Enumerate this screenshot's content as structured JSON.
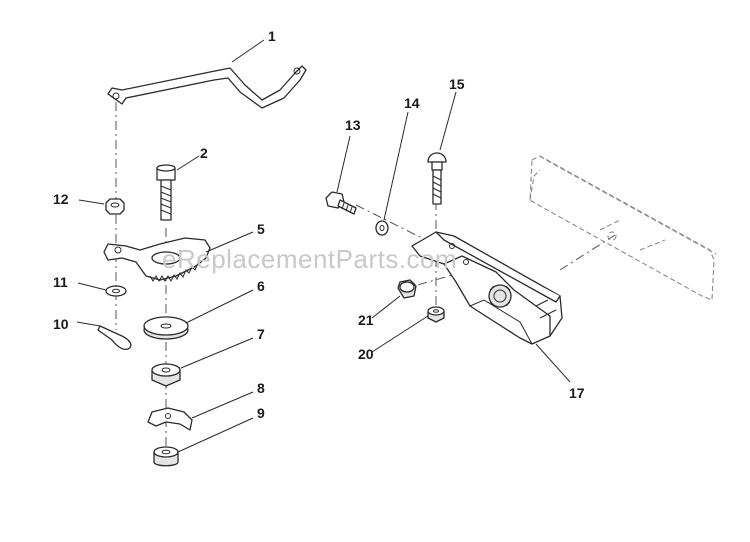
{
  "watermark": "eReplacementParts.com",
  "callouts": {
    "c1": "1",
    "c2": "2",
    "c5": "5",
    "c6": "6",
    "c7": "7",
    "c8": "8",
    "c9": "9",
    "c10": "10",
    "c11": "11",
    "c12": "12",
    "c13": "13",
    "c14": "14",
    "c15": "15",
    "c17": "17",
    "c20": "20",
    "c21": "21"
  }
}
